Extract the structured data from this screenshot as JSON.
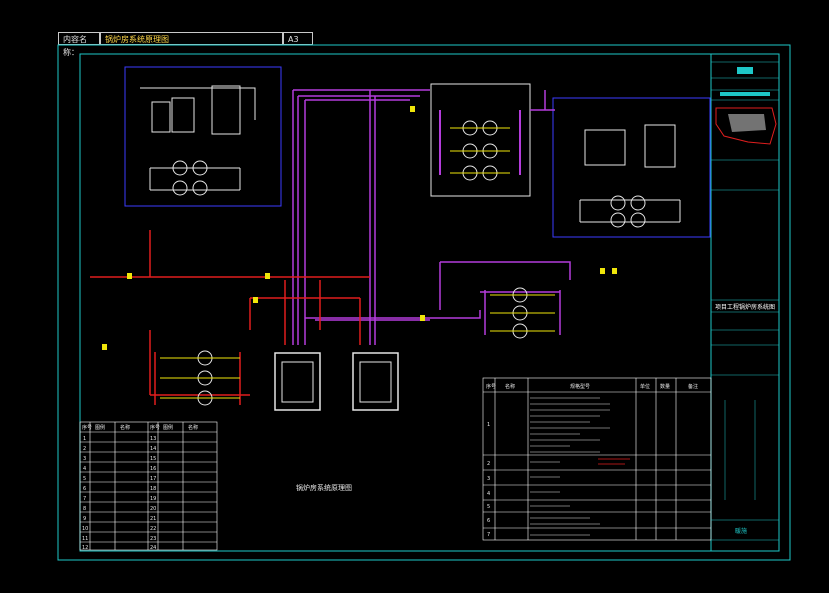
{
  "header": {
    "label": "内容名称：",
    "title": "锅炉房系统原理图",
    "sheet": "A3"
  },
  "drawing": {
    "caption": "锅炉房系统原理图"
  },
  "title_block": {
    "project_name": "项目工程锅炉房系统图",
    "sheet_no": "暖施"
  },
  "colors": {
    "background": "#000000",
    "frame": "#1ec8c8",
    "border_blue": "#3c3cff",
    "supply_pipe": "#e01e1e",
    "return_pipe": "#b43cdc",
    "equipment": "#e6e6e6",
    "valve": "#f0e60a",
    "table_line": "#ffffff"
  },
  "legend": {
    "headers": [
      "序号",
      "图例",
      "名称",
      "序号",
      "图例",
      "名称"
    ],
    "rows_left": [
      "1",
      "2",
      "3",
      "4",
      "5",
      "6",
      "7",
      "8",
      "9",
      "10",
      "11",
      "12"
    ],
    "rows_right": [
      "13",
      "14",
      "15",
      "16",
      "17",
      "18",
      "19",
      "20",
      "21",
      "22",
      "23",
      "24"
    ]
  },
  "equipment_table": {
    "headers": [
      "序号",
      "名称",
      "规格型号",
      "单位",
      "数量",
      "备注"
    ],
    "row_numbers": [
      "1",
      "2",
      "3",
      "4",
      "5",
      "6",
      "7"
    ]
  }
}
